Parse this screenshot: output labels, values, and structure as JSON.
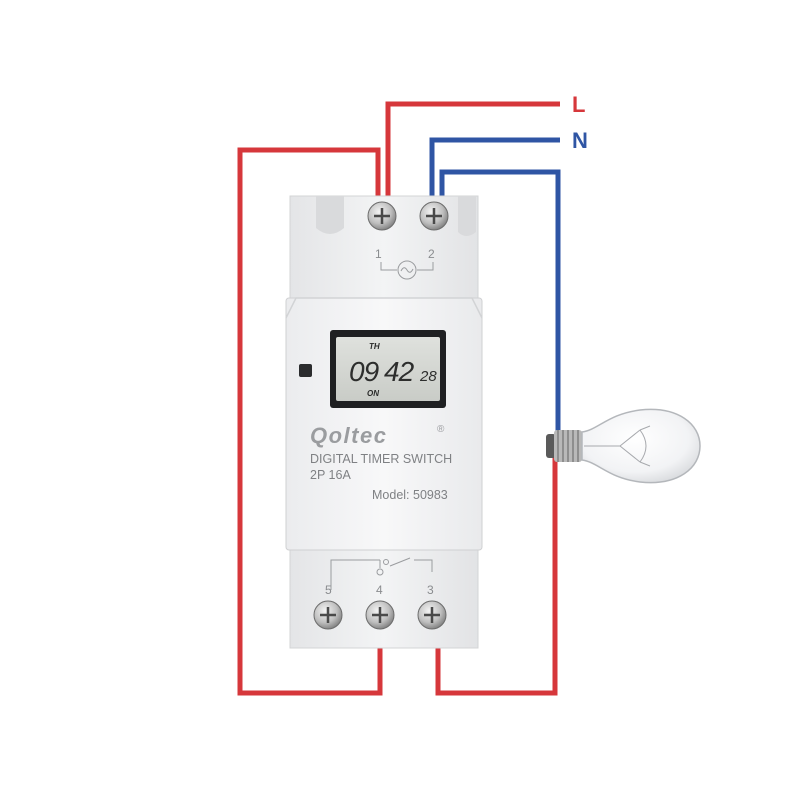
{
  "wires": {
    "live_label": "L",
    "neutral_label": "N",
    "live_color": "#d6373b",
    "neutral_color": "#2f55a4"
  },
  "device": {
    "brand": "Qoltec",
    "brand_mark": "®",
    "title": "DIGITAL TIMER SWITCH",
    "rating": "2P 16A",
    "model": "Model: 50983",
    "terminals_top": [
      "1",
      "2"
    ],
    "terminals_bottom": [
      "5",
      "4",
      "3"
    ],
    "lcd": {
      "day": "TH",
      "hour": "09",
      "minute": "42",
      "seconds": "28",
      "state": "ON"
    }
  },
  "load": {
    "icon": "light-bulb-icon"
  }
}
